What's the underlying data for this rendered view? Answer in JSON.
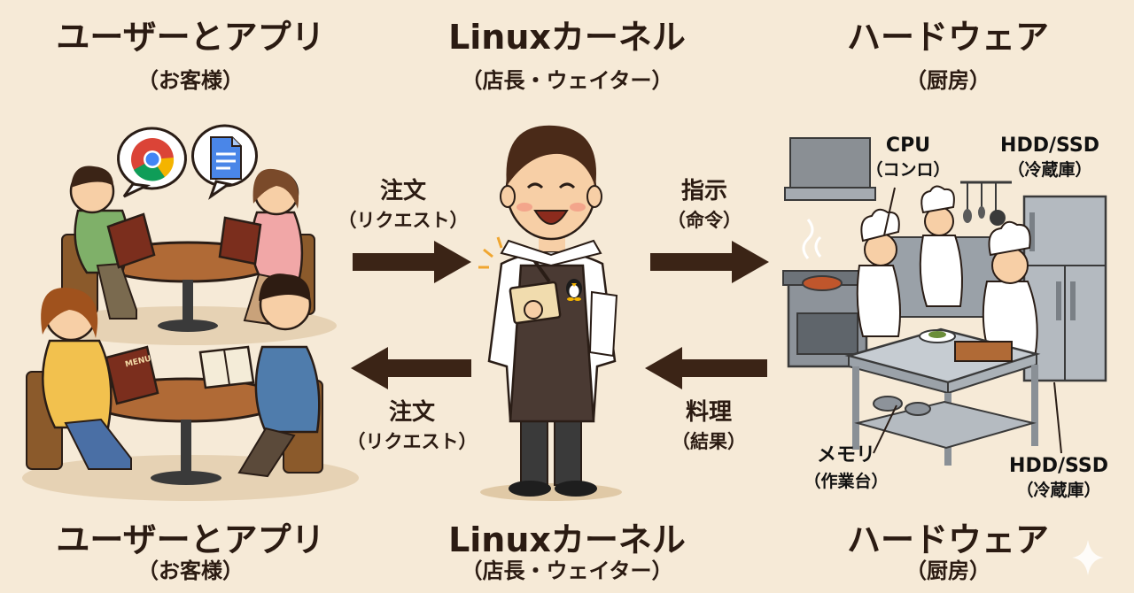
{
  "diagram": {
    "top": {
      "users": {
        "title": "ユーザーとアプリ",
        "subtitle": "（お客様）"
      },
      "kernel": {
        "title": "Linuxカーネル",
        "subtitle": "（店長・ウェイター）"
      },
      "hardware": {
        "title": "ハードウェア",
        "subtitle": "（厨房）"
      }
    },
    "bottom": {
      "users": {
        "title": "ユーザーとアプリ",
        "subtitle": "（お客様）"
      },
      "kernel": {
        "title": "Linuxカーネル",
        "subtitle": "（店長・ウェイター）"
      },
      "hardware": {
        "title": "ハードウェア",
        "subtitle": "（厨房）"
      }
    },
    "arrows": {
      "request_in": {
        "label": "注文",
        "sub": "（リクエスト）"
      },
      "command": {
        "label": "指示",
        "sub": "（命令）"
      },
      "result": {
        "label": "料理",
        "sub": "（結果）"
      },
      "request_out": {
        "label": "注文",
        "sub": "（リクエスト）"
      }
    },
    "kitchen_labels": {
      "cpu": {
        "label": "CPU",
        "sub": "（コンロ）"
      },
      "storage_top": {
        "label": "HDD/SSD",
        "sub": "（冷蔵庫）"
      },
      "memory": {
        "label": "メモリ",
        "sub": "（作業台）"
      },
      "storage_bottom": {
        "label": "HDD/SSD",
        "sub": "（冷蔵庫）"
      }
    },
    "menu_text": "MENU",
    "icons": [
      "chrome-browser-icon",
      "document-icon",
      "linux-penguin-icon",
      "sparkle-icon"
    ]
  }
}
